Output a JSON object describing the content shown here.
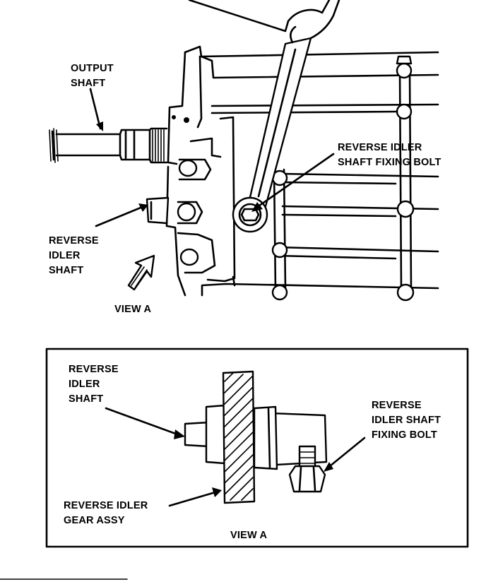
{
  "top_view": {
    "labels": {
      "output_shaft": [
        "OUTPUT",
        "SHAFT"
      ],
      "reverse_idler_shaft": [
        "REVERSE",
        "IDLER",
        "SHAFT"
      ],
      "fixing_bolt": [
        "REVERSE IDLER",
        "SHAFT FIXING BOLT"
      ],
      "view": "VIEW A"
    }
  },
  "detail_view": {
    "labels": {
      "reverse_idler_shaft": [
        "REVERSE",
        "IDLER",
        "SHAFT"
      ],
      "fixing_bolt": [
        "REVERSE",
        "IDLER SHAFT",
        "FIXING BOLT"
      ],
      "gear_assy": [
        "REVERSE IDLER",
        "GEAR ASSY"
      ],
      "view": "VIEW A"
    }
  }
}
